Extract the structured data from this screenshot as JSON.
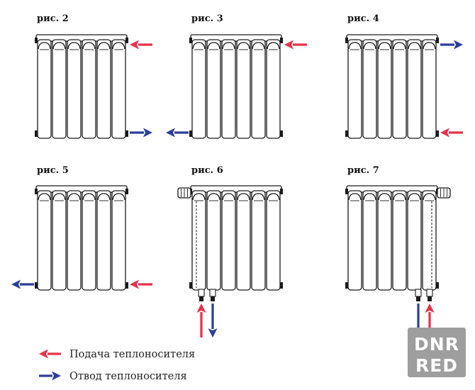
{
  "figures": [
    {
      "label": "рис. 2",
      "sections": 6,
      "valves": "none",
      "arrows": [
        {
          "pos": "top-right",
          "dir": "in",
          "kind": "supply"
        },
        {
          "pos": "bottom-right",
          "dir": "out",
          "kind": "return"
        }
      ]
    },
    {
      "label": "рис. 3",
      "sections": 6,
      "valves": "none",
      "arrows": [
        {
          "pos": "top-right",
          "dir": "in",
          "kind": "supply"
        },
        {
          "pos": "bottom-left",
          "dir": "out",
          "kind": "return"
        }
      ]
    },
    {
      "label": "рис. 4",
      "sections": 6,
      "valves": "none",
      "arrows": [
        {
          "pos": "top-right",
          "dir": "out",
          "kind": "return"
        },
        {
          "pos": "bottom-right",
          "dir": "in",
          "kind": "supply"
        }
      ]
    },
    {
      "label": "рис. 5",
      "sections": 6,
      "valves": "none",
      "arrows": [
        {
          "pos": "bottom-left",
          "dir": "out",
          "kind": "return"
        },
        {
          "pos": "bottom-right",
          "dir": "in",
          "kind": "supply"
        }
      ]
    },
    {
      "label": "рис. 6",
      "sections": 6,
      "valves": "left",
      "arrows": [
        {
          "pos": "bottom-pipe-1",
          "dir": "up",
          "kind": "supply"
        },
        {
          "pos": "bottom-pipe-2",
          "dir": "down",
          "kind": "return"
        }
      ]
    },
    {
      "label": "рис. 7",
      "sections": 6,
      "valves": "right",
      "arrows": [
        {
          "pos": "bottom-pipe-1",
          "dir": "down",
          "kind": "return"
        },
        {
          "pos": "bottom-pipe-2",
          "dir": "up",
          "kind": "supply"
        }
      ]
    }
  ],
  "legend": {
    "supply_label": "Подача теплоносителя",
    "return_label": "Отвод теплоносителя"
  },
  "watermark": {
    "line1": "DNR",
    "line2": "RED"
  },
  "colors": {
    "supply": "#e8304a",
    "return": "#2a3f9a",
    "outline": "#1a1a1a",
    "watermark_bg": "#9e9e9e"
  }
}
